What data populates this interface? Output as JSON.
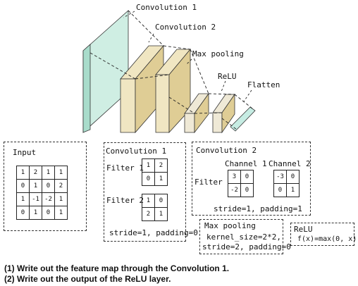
{
  "architecture": {
    "labels": {
      "conv1": "Convolution 1",
      "conv2": "Convolution 2",
      "maxpool": "Max pooling",
      "relu": "ReLU",
      "flatten": "Flatten"
    },
    "colors": {
      "input_front": "#a9dccb",
      "input_side": "#cfeee3",
      "conv_front": "#dfcd95",
      "conv_side": "#f0e6c2",
      "small_front": "#efe9d6",
      "flatten_face": "#c6ece3"
    }
  },
  "input": {
    "title": "Input",
    "matrix": [
      [
        "1",
        "2",
        "1",
        "1"
      ],
      [
        "0",
        "1",
        "0",
        "2"
      ],
      [
        "1",
        "-1",
        "-2",
        "1"
      ],
      [
        "0",
        "1",
        "0",
        "1"
      ]
    ]
  },
  "conv1": {
    "title": "Convolution 1",
    "filter1_label": "Filter 1",
    "filter1": [
      [
        "1",
        "2"
      ],
      [
        "0",
        "1"
      ]
    ],
    "filter2_label": "Filter 2",
    "filter2": [
      [
        "1",
        "0"
      ],
      [
        "2",
        "1"
      ]
    ],
    "params": "stride=1, padding=0"
  },
  "conv2": {
    "title": "Convolution 2",
    "filter_label": "Filter",
    "channel1_label": "Channel 1",
    "channel1": [
      [
        "3",
        "0"
      ],
      [
        "-2",
        "0"
      ]
    ],
    "channel2_label": "Channel 2",
    "channel2": [
      [
        "-3",
        "0"
      ],
      [
        "0",
        "1"
      ]
    ],
    "params": "stride=1, padding=1"
  },
  "maxpool": {
    "title": "Max pooling",
    "line1": "kernel_size=2*2,",
    "line2": "stride=2, padding=0"
  },
  "relu": {
    "title": "ReLU",
    "formula": "f(x)=max(0, x)"
  },
  "questions": [
    "(1) Write out the feature map through the Convolution 1.",
    "(2) Write out the output of the ReLU layer."
  ]
}
